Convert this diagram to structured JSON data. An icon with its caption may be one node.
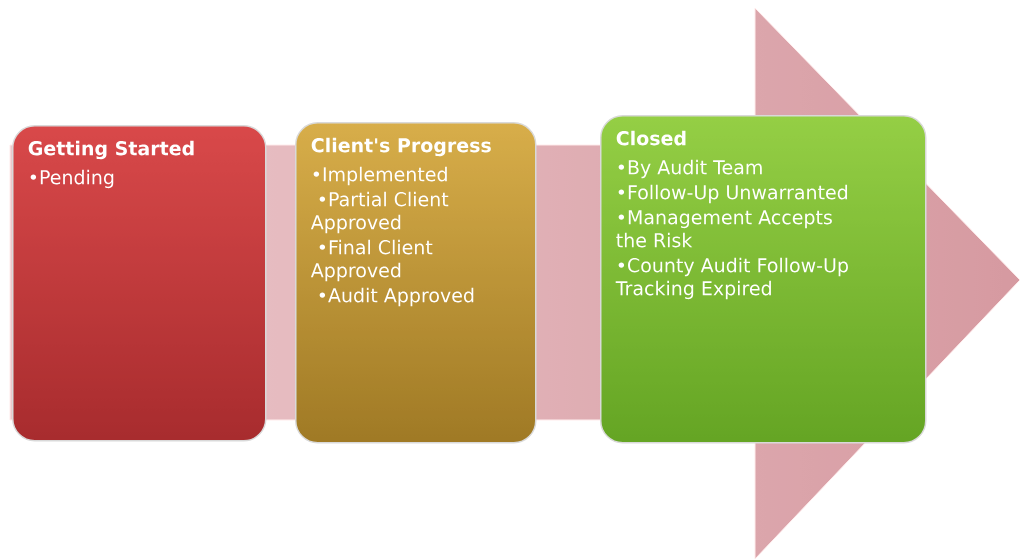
{
  "diagram": {
    "nodes": [
      {
        "text": [
          "Getting Started",
          "•Pending"
        ]
      },
      {
        "text": [
          "Client's Progress",
          "•Implemented",
          "•Partial Client Approved",
          "•Final Client Approved",
          "•Audit Approved"
        ]
      },
      {
        "text": [
          "Closed",
          "•By Audit Team",
          "•Follow-Up Unwarranted",
          "•Management Accepts the Risk",
          "•County Audit Follow-Up Tracking Expired"
        ]
      }
    ]
  }
}
